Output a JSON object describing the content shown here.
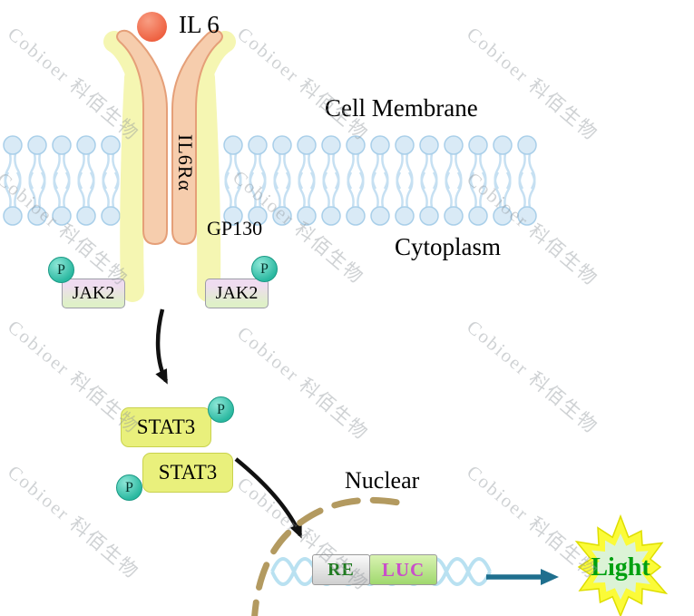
{
  "watermark": {
    "text": "Cobioer 科佰生物"
  },
  "ligand": {
    "label": "IL 6"
  },
  "labels": {
    "cell_membrane": "Cell Membrane",
    "cytoplasm": "Cytoplasm",
    "nuclear": "Nuclear"
  },
  "receptor": {
    "il6ra": "IL6Rα",
    "gp130": "GP130"
  },
  "kinases": {
    "jak2_left": "JAK2",
    "jak2_right": "JAK2",
    "phospho": "P"
  },
  "transcription": {
    "stat3_upper": "STAT3",
    "stat3_lower": "STAT3",
    "phospho": "P"
  },
  "reporter": {
    "response_element": "RE",
    "luciferase": "LUC",
    "output": "Light"
  },
  "colors": {
    "il6": "#ee5f3f",
    "receptor": "#f6cdad",
    "receptor_outline": "#e59f78",
    "receptor_glow": "#f5f6b2",
    "lipid_head": "#d9eaf6",
    "lipid_tail": "#c6e0f2",
    "phospho": "#2ab8a0",
    "jak2_top": "#efdcf0",
    "jak2_bottom": "#dff0c8",
    "stat3": "#e9f07c",
    "nuclear_membrane": "#b39a60",
    "dna": "#b9e1f1",
    "re_text": "#1e7a1e",
    "luc_text": "#c94fc9",
    "light_text": "#00a010",
    "star": "#fbfb38",
    "arrow": "#111111",
    "signal_arrow": "#1f6f8e"
  }
}
